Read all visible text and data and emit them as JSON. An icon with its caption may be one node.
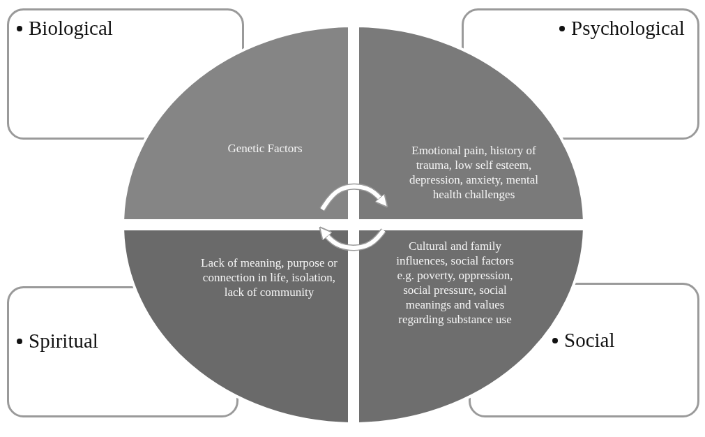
{
  "diagram": {
    "nodes": [
      {
        "text": [
          "Biological"
        ]
      },
      {
        "text": [
          "Psychological"
        ]
      },
      {
        "text": [
          "Spiritual"
        ]
      },
      {
        "text": [
          "Social"
        ]
      },
      {
        "text": [
          "Genetic Factors"
        ]
      },
      {
        "text": [
          "Emotional pain, history of trauma, low self esteem, depression, anxiety, mental health challenges"
        ]
      },
      {
        "text": [
          "Lack of meaning, purpose or connection in life, isolation, lack of community"
        ]
      },
      {
        "text": [
          "Cultural and family influences, social factors e.g. poverty, oppression, social pressure, social meanings and values regarding substance use"
        ]
      }
    ],
    "edges": [
      {
        "from": 4,
        "to": 5,
        "arrow": "to"
      },
      {
        "from": 7,
        "to": 6,
        "arrow": "to"
      }
    ]
  }
}
